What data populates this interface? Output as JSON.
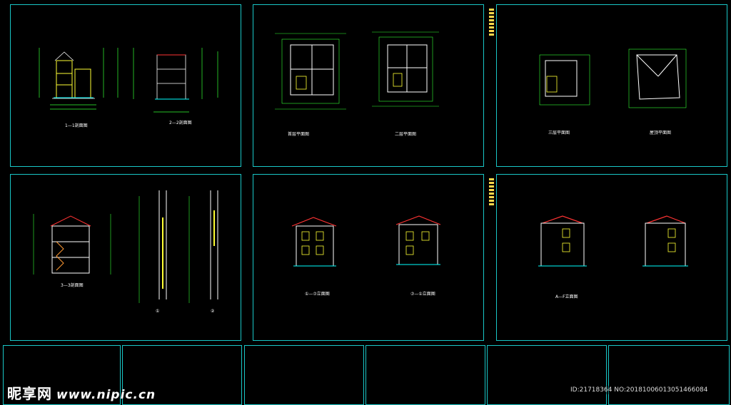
{
  "colors": {
    "frame": "#19c7c7",
    "line_yellow": "#ffff33",
    "line_green": "#33ff33",
    "line_cyan": "#00ffff",
    "line_red": "#ff3333",
    "line_white": "#ffffff",
    "line_magenta": "#ff33ff"
  },
  "sheets": [
    {
      "id": "sheet-1",
      "labels": [
        "1—1剖面图",
        "2—2剖面图"
      ]
    },
    {
      "id": "sheet-2",
      "labels": [
        "首层平面图",
        "二层平面图"
      ]
    },
    {
      "id": "sheet-3",
      "labels": [
        "三层平面图",
        "屋顶平面图"
      ]
    },
    {
      "id": "sheet-4",
      "labels": [
        "3—3剖面图",
        "①",
        "②"
      ]
    },
    {
      "id": "sheet-5",
      "labels": [
        "①—⑦立面图",
        "⑦—①立面图"
      ]
    },
    {
      "id": "sheet-6",
      "labels": [
        "A—F立面图"
      ]
    }
  ],
  "watermark": {
    "brand": "昵享网",
    "url": "www.nipic.cn",
    "id_text": "ID:21718364 NO:20181006013051466084"
  }
}
